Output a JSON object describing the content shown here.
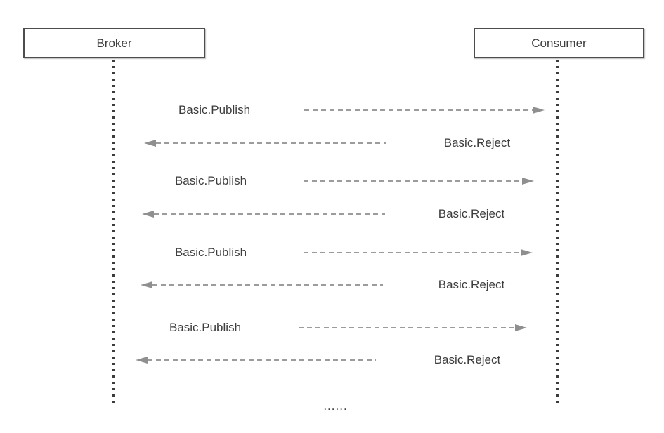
{
  "diagram": {
    "actors": [
      {
        "label": "Broker"
      },
      {
        "label": "Consumer"
      }
    ],
    "messages": [
      {
        "publish": "Basic.Publish",
        "reject": "Basic.Reject"
      },
      {
        "publish": "Basic.Publish",
        "reject": "Basic.Reject"
      },
      {
        "publish": "Basic.Publish",
        "reject": "Basic.Reject"
      },
      {
        "publish": "Basic.Publish",
        "reject": "Basic.Reject"
      }
    ],
    "ellipsis": "......"
  },
  "colors": {
    "background": "#ffffff",
    "box_border": "#4d4d4d",
    "text": "#3d3d3d",
    "lifeline": "#3c3c3c",
    "arrow_line": "#9c9c9c",
    "arrow_head": "#8f8f8f"
  }
}
